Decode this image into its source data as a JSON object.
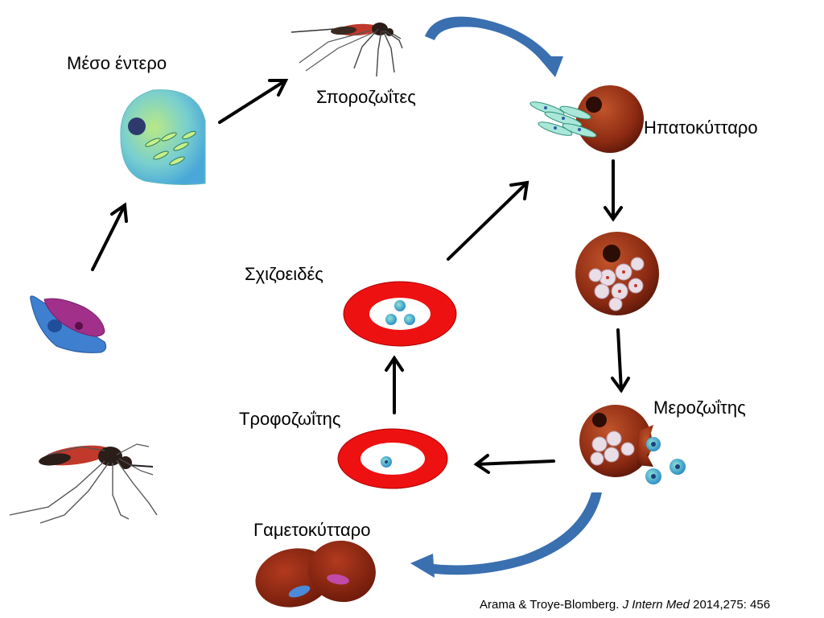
{
  "labels": {
    "midgut": "Μέσο έντερο",
    "sporozoites": "Σποροζωΐτες",
    "hepatocyte": "Ηπατοκύτταρο",
    "schizont": "Σχιζοειδές",
    "merozoite": "Μεροζωΐτης",
    "trophozoite": "Τροφοζωΐτης",
    "gametocyte": "Γαμετοκύτταρο"
  },
  "citation": {
    "authors": "Arama & Troye-Blomberg.",
    "journal": "J Intern Med",
    "details": "2014,275: 456"
  },
  "colors": {
    "arrow": "#000000",
    "curved_arrow": "#3a6fb0",
    "rbc_red": "#ee1111",
    "liver_cell": "#8b2a12",
    "midgut_cell": "#6fc6d6"
  }
}
